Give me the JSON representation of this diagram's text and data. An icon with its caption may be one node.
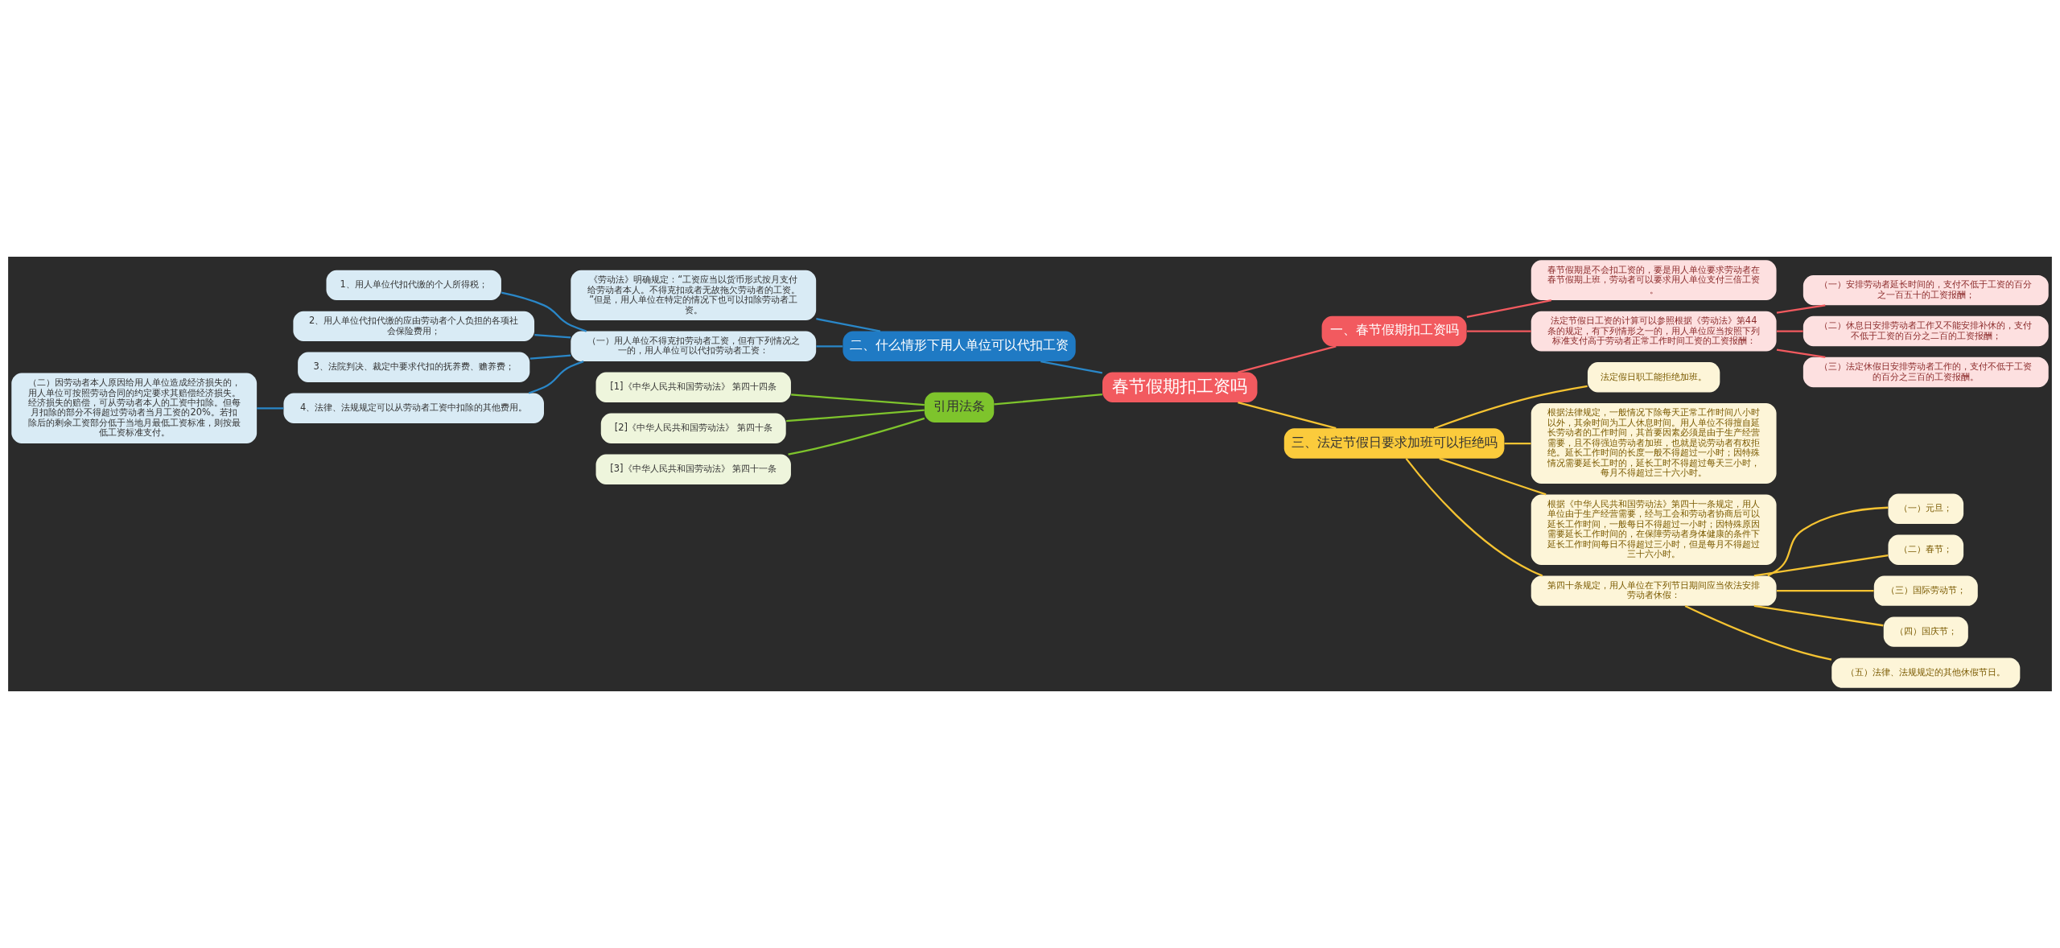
{
  "diagram": {
    "nodes": [
      {
        "text": [
          "春节假期扣工资吗"
        ]
      },
      {
        "text": [
          "一、春节假期扣工资吗"
        ]
      },
      {
        "text": [
          "春节假期是不会扣工资的，要是用人单位要求劳动者在春节假期上班，劳动者可以要求用人单位支付三倍工资。"
        ]
      },
      {
        "text": [
          "法定节假日工资的计算可以参照根据《劳动法》第44条的规定，有下列情形之一的，用人单位应当按照下列标准支付高于劳动者正常工作时间工资的工资报酬："
        ]
      },
      {
        "text": [
          "（一）安排劳动者延长时间的，支付不低于工资的百分之一百五十的工资报酬；"
        ]
      },
      {
        "text": [
          "（二）休息日安排劳动者工作又不能安排补休的，支付不低于工资的百分之二百的工资报酬；"
        ]
      },
      {
        "text": [
          "（三）法定休假日安排劳动者工作的，支付不低于工资的百分之三百的工资报酬。"
        ]
      },
      {
        "text": [
          "二、什么情形下用人单位可以代扣工资"
        ]
      },
      {
        "text": [
          "《劳动法》明确规定：“工资应当以货币形式按月支付给劳动者本人。不得克扣或者无故拖欠劳动者的工资。”但是，用人单位在特定的情况下也可以扣除劳动者工资。"
        ]
      },
      {
        "text": [
          "（一）用人单位不得克扣劳动者工资，但有下列情况之一的，用人单位可以代扣劳动者工资："
        ]
      },
      {
        "text": [
          "1、用人单位代扣代缴的个人所得税；"
        ]
      },
      {
        "text": [
          "2、用人单位代扣代缴的应由劳动者个人负担的各项社会保险费用；"
        ]
      },
      {
        "text": [
          "3、法院判决、裁定中要求代扣的抚养费、赡养费；"
        ]
      },
      {
        "text": [
          "4、法律、法规规定可以从劳动者工资中扣除的其他费用。"
        ]
      },
      {
        "text": [
          "（二）因劳动者本人原因给用人单位造成经济损失的，用人单位可按照劳动合同的约定要求其赔偿经济损失。经济损失的赔偿，可从劳动者本人的工资中扣除。但每月扣除的部分不得超过劳动者当月工资的20%。若扣除后的剩余工资部分低于当地月最低工资标准，则按最低工资标准支付。"
        ]
      },
      {
        "text": [
          "三、法定节假日要求加班可以拒绝吗"
        ]
      },
      {
        "text": [
          "法定假日职工能拒绝加班。"
        ]
      },
      {
        "text": [
          "根据法律规定，一般情况下除每天正常工作时间八小时以外，其余时间为工人休息时间。用人单位不得擅自延长劳动者的工作时间，其首要因素必须是由于生产经营需要，且不得强迫劳动者加班，也就是说劳动者有权拒绝。延长工作时间的长度一般不得超过一小时；因特殊情况需要延长工时的，延长工时不得超过每天三小时，每月不得超过三十六小时。"
        ]
      },
      {
        "text": [
          "根据《中华人民共和国劳动法》第四十一条规定，用人单位由于生产经营需要，经与工会和劳动者协商后可以延长工作时间，一般每日不得超过一小时；因特殊原因需要延长工作时间的，在保障劳动者身体健康的条件下延长工作时间每日不得超过三小时，但是每月不得超过三十六小时。"
        ]
      },
      {
        "text": [
          "第四十条规定，用人单位在下列节日期间应当依法安排劳动者休假："
        ]
      },
      {
        "text": [
          "（一）元旦；"
        ]
      },
      {
        "text": [
          "（二）春节；"
        ]
      },
      {
        "text": [
          "（三）国际劳动节；"
        ]
      },
      {
        "text": [
          "（四）国庆节；"
        ]
      },
      {
        "text": [
          "（五）法律、法规规定的其他休假节日。"
        ]
      },
      {
        "text": [
          "引用法条"
        ]
      },
      {
        "text": [
          "[1]《中华人民共和国劳动法》 第四十四条"
        ]
      },
      {
        "text": [
          "[2]《中华人民共和国劳动法》 第四十条"
        ]
      },
      {
        "text": [
          "[3]《中华人民共和国劳动法》 第四十一条"
        ]
      }
    ],
    "edges": [
      {
        "from": 0,
        "to": 1,
        "arrow": "none",
        "color": "#f25a5f"
      },
      {
        "from": 1,
        "to": 2,
        "arrow": "none",
        "color": "#f25a5f"
      },
      {
        "from": 1,
        "to": 3,
        "arrow": "none",
        "color": "#f25a5f"
      },
      {
        "from": 3,
        "to": 4,
        "arrow": "none",
        "color": "#f25a5f"
      },
      {
        "from": 3,
        "to": 5,
        "arrow": "none",
        "color": "#f25a5f"
      },
      {
        "from": 3,
        "to": 6,
        "arrow": "none",
        "color": "#f25a5f"
      },
      {
        "from": 0,
        "to": 7,
        "arrow": "none",
        "color": "#2a87c8"
      },
      {
        "from": 7,
        "to": 8,
        "arrow": "none",
        "color": "#2a87c8"
      },
      {
        "from": 7,
        "to": 9,
        "arrow": "none",
        "color": "#2a87c8"
      },
      {
        "from": 9,
        "to": 10,
        "arrow": "none",
        "color": "#2a87c8"
      },
      {
        "from": 9,
        "to": 11,
        "arrow": "none",
        "color": "#2a87c8"
      },
      {
        "from": 9,
        "to": 12,
        "arrow": "none",
        "color": "#2a87c8"
      },
      {
        "from": 9,
        "to": 13,
        "arrow": "none",
        "color": "#2a87c8"
      },
      {
        "from": 13,
        "to": 14,
        "arrow": "none",
        "color": "#2a87c8"
      },
      {
        "from": 0,
        "to": 15,
        "arrow": "none",
        "color": "#f5c332"
      },
      {
        "from": 15,
        "to": 16,
        "arrow": "none",
        "color": "#f5c332"
      },
      {
        "from": 15,
        "to": 17,
        "arrow": "none",
        "color": "#f5c332"
      },
      {
        "from": 15,
        "to": 18,
        "arrow": "none",
        "color": "#f5c332"
      },
      {
        "from": 15,
        "to": 19,
        "arrow": "none",
        "color": "#f5c332"
      },
      {
        "from": 19,
        "to": 20,
        "arrow": "none",
        "color": "#f5c332"
      },
      {
        "from": 19,
        "to": 21,
        "arrow": "none",
        "color": "#f5c332"
      },
      {
        "from": 19,
        "to": 22,
        "arrow": "none",
        "color": "#f5c332"
      },
      {
        "from": 19,
        "to": 23,
        "arrow": "none",
        "color": "#f5c332"
      },
      {
        "from": 19,
        "to": 24,
        "arrow": "none",
        "color": "#f5c332"
      },
      {
        "from": 0,
        "to": 25,
        "arrow": "none",
        "color": "#7ec42c"
      },
      {
        "from": 25,
        "to": 26,
        "arrow": "none",
        "color": "#7ec42c"
      },
      {
        "from": 25,
        "to": 27,
        "arrow": "none",
        "color": "#7ec42c"
      },
      {
        "from": 25,
        "to": 28,
        "arrow": "none",
        "color": "#7ec42c"
      }
    ]
  }
}
